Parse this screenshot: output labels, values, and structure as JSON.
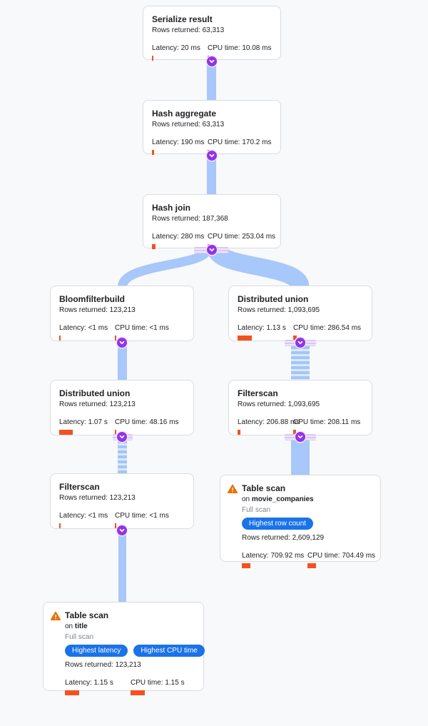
{
  "app": {
    "background": "#f8f9fa",
    "card_border": "#dadce0",
    "band_color": "#a8c7fa",
    "bar_color": "#f4511e",
    "chevron_color": "#9334e6",
    "badge_color": "#1a73e8",
    "warning_color": "#e8710a"
  },
  "nodes": [
    {
      "title": "Serialize result",
      "rows": "Rows returned: 63,313",
      "latency": "Latency: 20 ms",
      "cpu": "CPU time: 10.08 ms"
    },
    {
      "title": "Hash aggregate",
      "rows": "Rows returned: 63,313",
      "latency": "Latency: 190 ms",
      "cpu": "CPU time: 170.2 ms"
    },
    {
      "title": "Hash join",
      "rows": "Rows returned: 187,368",
      "latency": "Latency: 280 ms",
      "cpu": "CPU time: 253.04 ms"
    },
    {
      "title": "Bloomfilterbuild",
      "rows": "Rows returned: 123,213",
      "latency": "Latency: <1 ms",
      "cpu": "CPU time: <1 ms"
    },
    {
      "title": "Distributed union",
      "rows": "Rows returned: 1,093,695",
      "latency": "Latency: 1.13 s",
      "cpu": "CPU time: 286.54 ms"
    },
    {
      "title": "Distributed union",
      "rows": "Rows returned: 123,213",
      "latency": "Latency: 1.07 s",
      "cpu": "CPU time: 48.16 ms"
    },
    {
      "title": "Filterscan",
      "rows": "Rows returned: 1,093,695",
      "latency": "Latency: 206.88 ms",
      "cpu": "CPU time: 208.11 ms"
    },
    {
      "title": "Filterscan",
      "rows": "Rows returned: 123,213",
      "latency": "Latency: <1 ms",
      "cpu": "CPU time: <1 ms"
    },
    {
      "title": "Table scan",
      "on_prefix": "on",
      "on_table": "movie_companies",
      "scan_type": "Full scan",
      "badges": [
        "Highest row count"
      ],
      "rows": "Rows returned: 2,609,129",
      "latency": "Latency: 709.92 ms",
      "cpu": "CPU time: 704.49 ms"
    },
    {
      "title": "Table scan",
      "on_prefix": "on",
      "on_table": "title",
      "scan_type": "Full scan",
      "badges": [
        "Highest latency",
        "Highest CPU time"
      ],
      "rows": "Rows returned: 123,213",
      "latency": "Latency: 1.15 s",
      "cpu": "CPU time: 1.15 s"
    }
  ]
}
